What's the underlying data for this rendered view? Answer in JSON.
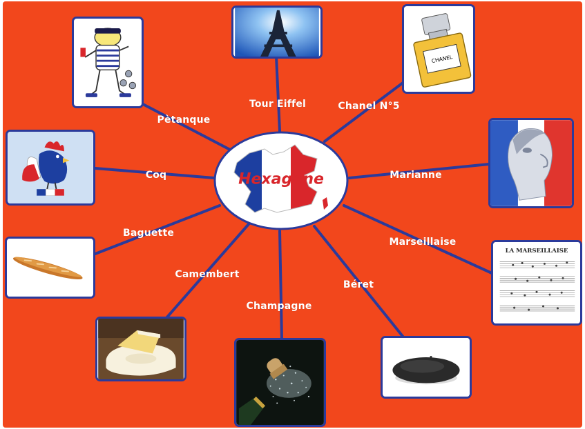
{
  "center": {
    "title": "Hexagone"
  },
  "branches": {
    "petanque": {
      "label": "Pètanque",
      "icon": "petanque-player-icon"
    },
    "tour_eiffel": {
      "label": "Tour Eiffel",
      "icon": "eiffel-tower-icon"
    },
    "chanel": {
      "label": "Chanel N°5",
      "icon": "perfume-bottle-icon",
      "bottle_text": "CHANEL"
    },
    "coq": {
      "label": "Coq",
      "icon": "rooster-icon"
    },
    "marianne": {
      "label": "Marianne",
      "icon": "marianne-bust-icon"
    },
    "baguette": {
      "label": "Baguette",
      "icon": "baguette-icon"
    },
    "marseillaise": {
      "label": "Marseillaise",
      "icon": "sheet-music-icon",
      "sheet_title": "LA MARSEILLAISE"
    },
    "camembert": {
      "label": "Camembert",
      "icon": "cheese-icon"
    },
    "champagne": {
      "label": "Champagne",
      "icon": "champagne-bottle-icon"
    },
    "beret": {
      "label": "Béret",
      "icon": "beret-icon"
    }
  },
  "colors": {
    "background": "#f2471c",
    "link": "#2b3a9b",
    "label": "#ffffff",
    "center_title": "#d9262b",
    "flag_blue": "#1d3fa0",
    "flag_red": "#d9262b"
  }
}
